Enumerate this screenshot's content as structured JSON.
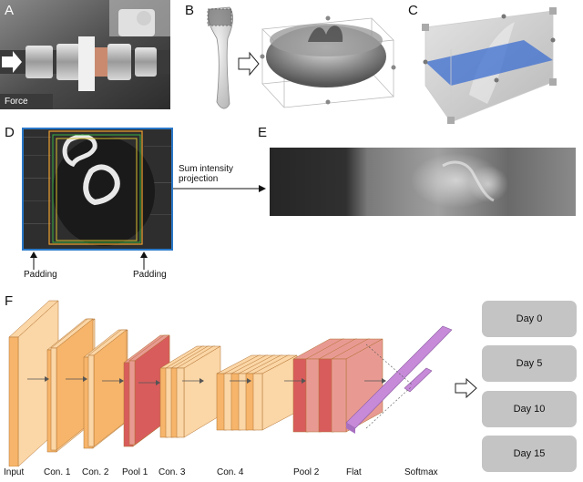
{
  "panels": {
    "A": "A",
    "B": "B",
    "C": "C",
    "D": "D",
    "E": "E",
    "F": "F"
  },
  "panel_a": {
    "tag": "Force"
  },
  "panel_d": {
    "arrow_label_line1": "Sum intensity",
    "arrow_label_line2": "projection",
    "padding_left": "Padding",
    "padding_right": "Padding"
  },
  "network": {
    "layers": [
      "Input",
      "Con. 1",
      "Con. 2",
      "Pool 1",
      "Con. 3",
      "Con. 4",
      "Pool 2",
      "Flat",
      "Softmax"
    ],
    "outputs": [
      "Day 0",
      "Day 5",
      "Day 10",
      "Day 15"
    ]
  },
  "colors": {
    "conv_front": "#f6b56a",
    "conv_light": "#fbd6a6",
    "pool_front": "#d85c5c",
    "pool_light": "#e89a92",
    "flat": "#c68ad9",
    "output_box": "#c4c4c4",
    "projection_frame": "#2a78c8"
  }
}
